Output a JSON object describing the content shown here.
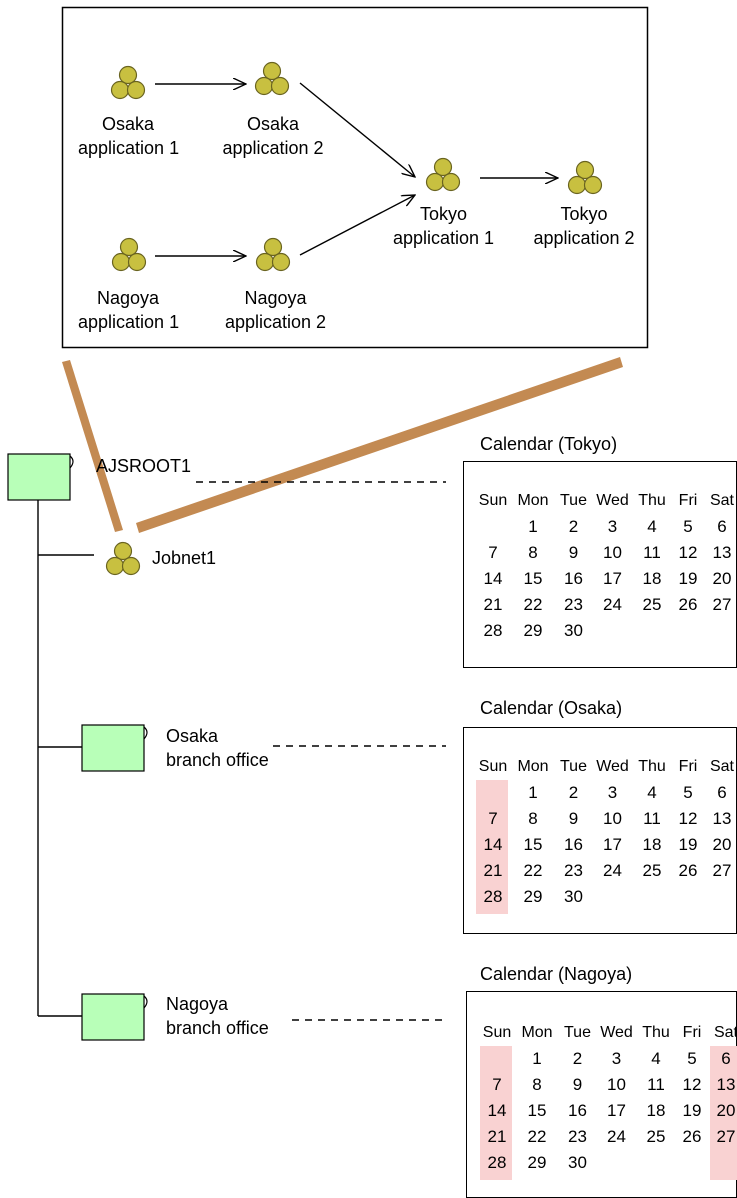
{
  "jobnet_flow": {
    "nodes": {
      "osaka1": [
        "Osaka",
        "application 1"
      ],
      "osaka2": [
        "Osaka",
        "application 2"
      ],
      "nagoya1": [
        "Nagoya",
        "application 1"
      ],
      "nagoya2": [
        "Nagoya",
        "application 2"
      ],
      "tokyo1": [
        "Tokyo",
        "application 1"
      ],
      "tokyo2": [
        "Tokyo",
        "application 2"
      ]
    }
  },
  "tree": {
    "root_label": "AJSROOT1",
    "jobnet_label": "Jobnet1",
    "osaka_unit": [
      "Osaka",
      "branch office"
    ],
    "nagoya_unit": [
      "Nagoya",
      "branch office"
    ]
  },
  "calendars": {
    "tokyo": {
      "title": "Calendar (Tokyo)",
      "headers": [
        "Sun",
        "Mon",
        "Tue",
        "Wed",
        "Thu",
        "Fri",
        "Sat"
      ],
      "weeks": [
        [
          "",
          "1",
          "2",
          "3",
          "4",
          "5",
          "6"
        ],
        [
          "7",
          "8",
          "9",
          "10",
          "11",
          "12",
          "13"
        ],
        [
          "14",
          "15",
          "16",
          "17",
          "18",
          "19",
          "20"
        ],
        [
          "21",
          "22",
          "23",
          "24",
          "25",
          "26",
          "27"
        ],
        [
          "28",
          "29",
          "30",
          "",
          "",
          "",
          ""
        ]
      ],
      "highlight_columns": [],
      "highlight_color": "#f9d2d2"
    },
    "osaka": {
      "title": "Calendar (Osaka)",
      "headers": [
        "Sun",
        "Mon",
        "Tue",
        "Wed",
        "Thu",
        "Fri",
        "Sat"
      ],
      "weeks": [
        [
          "",
          "1",
          "2",
          "3",
          "4",
          "5",
          "6"
        ],
        [
          "7",
          "8",
          "9",
          "10",
          "11",
          "12",
          "13"
        ],
        [
          "14",
          "15",
          "16",
          "17",
          "18",
          "19",
          "20"
        ],
        [
          "21",
          "22",
          "23",
          "24",
          "25",
          "26",
          "27"
        ],
        [
          "28",
          "29",
          "30",
          "",
          "",
          "",
          ""
        ]
      ],
      "highlight_columns": [
        "Sun"
      ],
      "highlight_color": "#f9d2d2"
    },
    "nagoya": {
      "title": "Calendar (Nagoya)",
      "headers": [
        "Sun",
        "Mon",
        "Tue",
        "Wed",
        "Thu",
        "Fri",
        "Sat"
      ],
      "weeks": [
        [
          "",
          "1",
          "2",
          "3",
          "4",
          "5",
          "6"
        ],
        [
          "7",
          "8",
          "9",
          "10",
          "11",
          "12",
          "13"
        ],
        [
          "14",
          "15",
          "16",
          "17",
          "18",
          "19",
          "20"
        ],
        [
          "21",
          "22",
          "23",
          "24",
          "25",
          "26",
          "27"
        ],
        [
          "28",
          "29",
          "30",
          "",
          "",
          "",
          ""
        ]
      ],
      "highlight_columns": [
        "Sun",
        "Sat"
      ],
      "highlight_color": "#f9d2d2"
    }
  },
  "colors": {
    "jobnet_circle_fill": "#c8c040",
    "jobnet_circle_stroke": "#6a6420",
    "unit_box_fill": "#b8ffb8",
    "zoom_band": "#c38a52",
    "line": "#000000"
  },
  "icons": {
    "jobnet": "three-circles-jobnet-icon",
    "unit": "green-folder-unit-icon"
  }
}
